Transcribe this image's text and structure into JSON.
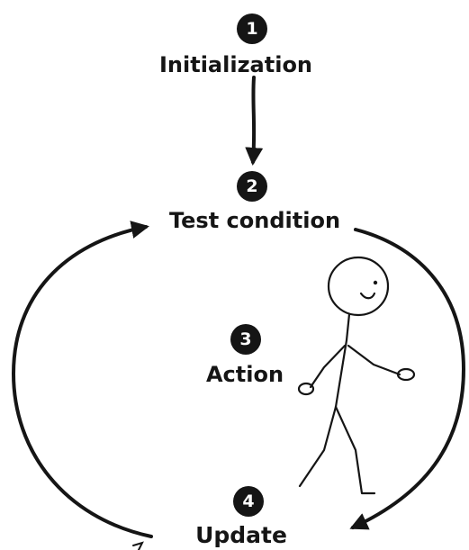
{
  "steps": [
    {
      "number": "1",
      "label": "Initialization"
    },
    {
      "number": "2",
      "label": "Test condition"
    },
    {
      "number": "3",
      "label": "Action"
    },
    {
      "number": "4",
      "label": "Update"
    }
  ],
  "colors": {
    "ink": "#151515",
    "background": "#ffffff"
  }
}
